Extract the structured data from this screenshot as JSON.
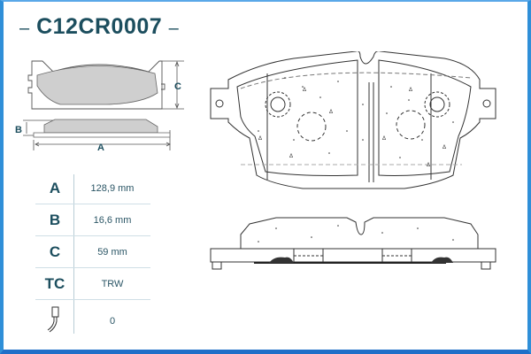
{
  "header": {
    "part_number": "C12CR0007",
    "dash": "–"
  },
  "side_view_labels": {
    "A": "A",
    "B": "B",
    "C": "C"
  },
  "specs": [
    {
      "key": "A",
      "value": "128,9 mm"
    },
    {
      "key": "B",
      "value": "16,6 mm"
    },
    {
      "key": "C",
      "value": "59 mm"
    },
    {
      "key": "TC",
      "value": "TRW"
    },
    {
      "key": "wear-sensor-icon",
      "value": "0"
    }
  ],
  "colors": {
    "text": "#1c4e5e",
    "frame": "#2f8fd8",
    "pad_fill": "#cfcfcf",
    "line": "#333333"
  }
}
